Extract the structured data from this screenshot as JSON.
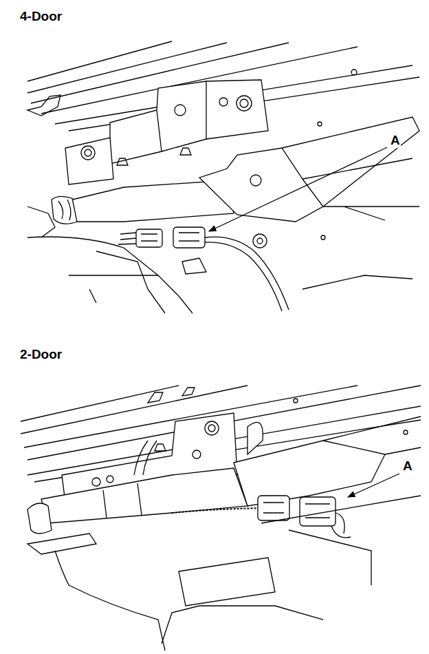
{
  "diagram": {
    "labels": [
      "4-Door",
      "A",
      "2-Door",
      "A"
    ]
  }
}
